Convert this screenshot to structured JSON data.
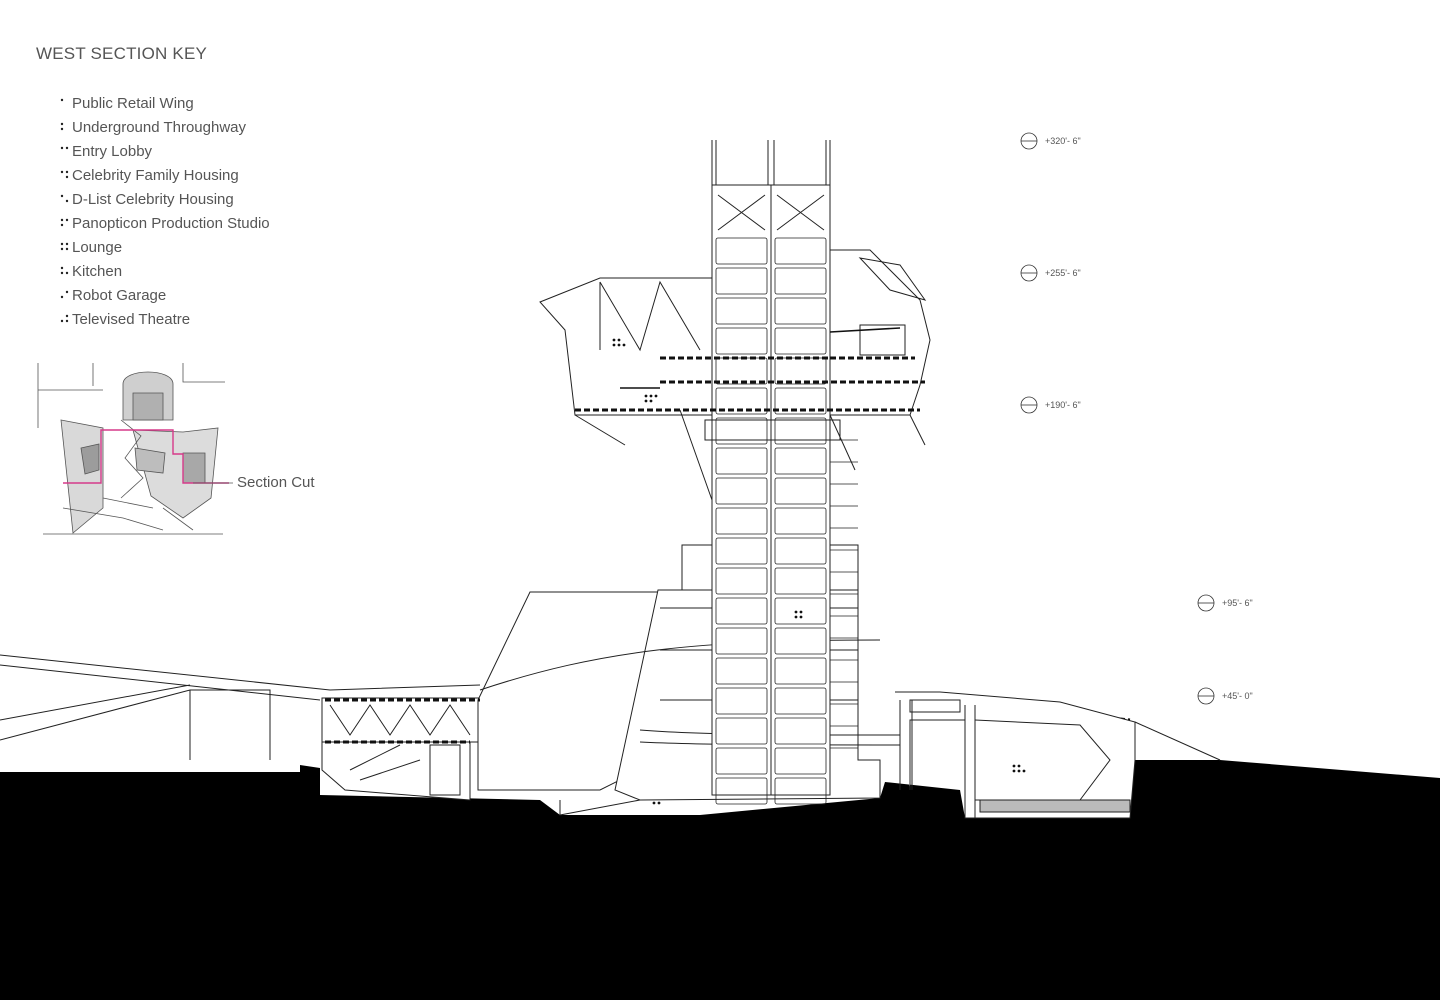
{
  "key": {
    "title": "WEST SECTION KEY",
    "items": [
      {
        "label": "Public Retail Wing",
        "dots": [
          1
        ]
      },
      {
        "label": "Underground Throughway",
        "dots": [
          1,
          2
        ]
      },
      {
        "label": "Entry Lobby",
        "dots": [
          1,
          4
        ]
      },
      {
        "label": "Celebrity Family Housing",
        "dots": [
          1,
          4,
          5
        ]
      },
      {
        "label": "D-List Celebrity Housing",
        "dots": [
          1,
          5
        ]
      },
      {
        "label": "Panopticon Production Studio",
        "dots": [
          1,
          2,
          4
        ]
      },
      {
        "label": "Lounge",
        "dots": [
          1,
          2,
          4,
          5
        ]
      },
      {
        "label": "Kitchen",
        "dots": [
          1,
          2,
          5
        ]
      },
      {
        "label": "Robot Garage",
        "dots": [
          2,
          4
        ]
      },
      {
        "label": "Televised Theatre",
        "dots": [
          2,
          4,
          5
        ]
      }
    ]
  },
  "site_plan": {
    "section_cut_label": "Section Cut",
    "cut_line_color": "#d63a8a"
  },
  "elevations": [
    {
      "label": "+320'- 6\""
    },
    {
      "label": "+255'- 6\""
    },
    {
      "label": "+190'- 6\""
    },
    {
      "label": "+95'- 6\""
    },
    {
      "label": "+45'- 0\""
    }
  ],
  "colors": {
    "ground": "#000000",
    "line": "#222222",
    "background": "#ffffff",
    "site_fill": "#c8c8c8"
  }
}
